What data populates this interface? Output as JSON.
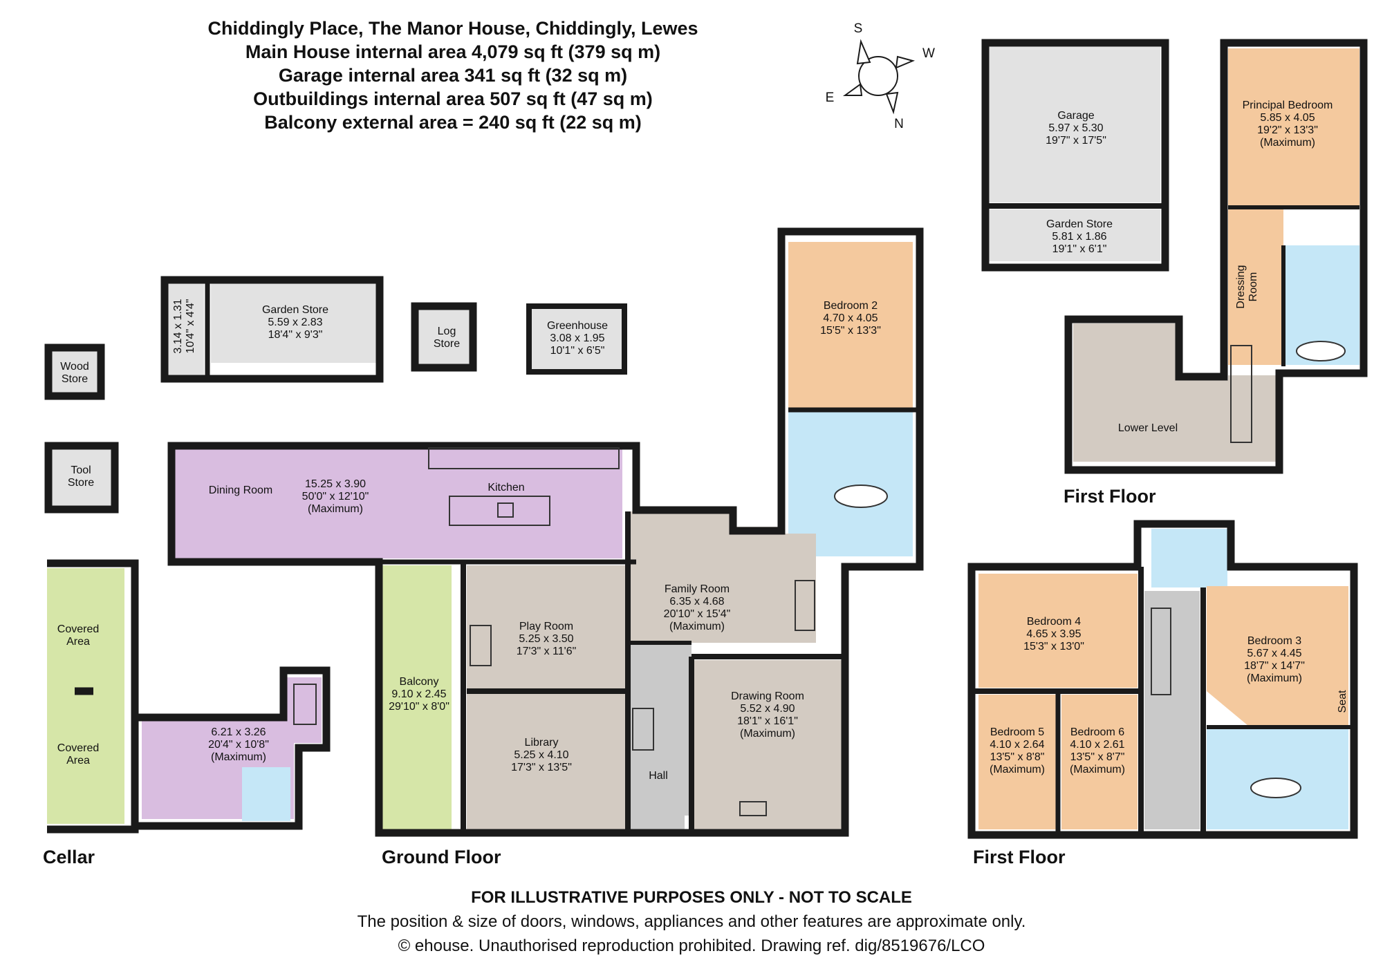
{
  "header": {
    "title": "Chiddingly Place, The Manor House, Chiddingly, Lewes",
    "line1": "Main House internal area 4,079 sq ft (379 sq m)",
    "line2": "Garage internal area 341 sq ft (32 sq m)",
    "line3": "Outbuildings internal area 507 sq ft (47 sq m)",
    "line4": "Balcony external area = 240 sq ft (22 sq m)"
  },
  "compass": {
    "s": "S",
    "w": "W",
    "e": "E",
    "n": "N"
  },
  "levels": {
    "cellar": "Cellar",
    "ground": "Ground Floor",
    "first_a": "First Floor",
    "first_b": "First Floor"
  },
  "rooms": {
    "wood_store": {
      "name": "Wood",
      "line2": "Store"
    },
    "tool_store": {
      "name": "Tool",
      "line2": "Store"
    },
    "small_store": {
      "metric": "3.14 x 1.31",
      "imperial": "10'4\" x 4'4\""
    },
    "garden_store_gf": {
      "name": "Garden Store",
      "metric": "5.59 x 2.83",
      "imperial": "18'4\" x 9'3\""
    },
    "log_store": {
      "name": "Log",
      "line2": "Store"
    },
    "greenhouse": {
      "name": "Greenhouse",
      "metric": "3.08 x 1.95",
      "imperial": "10'1\" x 6'5\""
    },
    "dining": {
      "name": "Dining Room"
    },
    "dining_dims": {
      "metric": "15.25 x 3.90",
      "imperial": "50'0\" x 12'10\"",
      "note": "(Maximum)"
    },
    "kitchen": {
      "name": "Kitchen"
    },
    "covered1": {
      "name": "Covered",
      "line2": "Area"
    },
    "covered2": {
      "name": "Covered",
      "line2": "Area"
    },
    "cellar": {
      "metric": "6.21 x 3.26",
      "imperial": "20'4\" x 10'8\"",
      "note": "(Maximum)"
    },
    "balcony": {
      "name": "Balcony",
      "metric": "9.10 x 2.45",
      "imperial": "29'10\" x 8'0\""
    },
    "play": {
      "name": "Play Room",
      "metric": "5.25 x 3.50",
      "imperial": "17'3\" x 11'6\""
    },
    "library": {
      "name": "Library",
      "metric": "5.25 x 4.10",
      "imperial": "17'3\" x 13'5\""
    },
    "hall": {
      "name": "Hall"
    },
    "family": {
      "name": "Family Room",
      "metric": "6.35 x 4.68",
      "imperial": "20'10\" x 15'4\"",
      "note": "(Maximum)"
    },
    "drawing": {
      "name": "Drawing Room",
      "metric": "5.52 x 4.90",
      "imperial": "18'1\" x 16'1\"",
      "note": "(Maximum)"
    },
    "bedroom2": {
      "name": "Bedroom 2",
      "metric": "4.70 x 4.05",
      "imperial": "15'5\" x 13'3\""
    },
    "garage": {
      "name": "Garage",
      "metric": "5.97 x 5.30",
      "imperial": "19'7\" x 17'5\""
    },
    "garden_store_ff": {
      "name": "Garden Store",
      "metric": "5.81 x 1.86",
      "imperial": "19'1\" x 6'1\""
    },
    "principal": {
      "name": "Principal Bedroom",
      "metric": "5.85 x 4.05",
      "imperial": "19'2\" x 13'3\"",
      "note": "(Maximum)"
    },
    "dressing": {
      "name": "Dressing",
      "line2": "Room"
    },
    "lower": {
      "name": "Lower Level"
    },
    "bedroom4": {
      "name": "Bedroom 4",
      "metric": "4.65 x 3.95",
      "imperial": "15'3\" x 13'0\""
    },
    "bedroom3": {
      "name": "Bedroom 3",
      "metric": "5.67 x 4.45",
      "imperial": "18'7\" x 14'7\"",
      "note": "(Maximum)"
    },
    "seat": {
      "name": "Seat"
    },
    "bedroom5": {
      "name": "Bedroom 5",
      "metric": "4.10 x 2.64",
      "imperial": "13'5\" x 8'8\"",
      "note": "(Maximum)"
    },
    "bedroom6": {
      "name": "Bedroom 6",
      "metric": "4.10 x 2.61",
      "imperial": "13'5\" x 8'7\"",
      "note": "(Maximum)"
    }
  },
  "footer": {
    "line1": "FOR ILLUSTRATIVE PURPOSES ONLY - NOT TO SCALE",
    "line2": "The position & size of doors, windows, appliances and other features are approximate only.",
    "line3": "© ehouse. Unauthorised reproduction prohibited. Drawing ref. dig/8519676/LCO"
  },
  "colors": {
    "wall": "#1a1a1a",
    "purple": "#d9bde0",
    "peach": "#f4c99e",
    "blue": "#c5e7f7",
    "grey": "#e2e2e2",
    "stone": "#d3cbc2",
    "green": "#d6e6a8",
    "corridor": "#c9c9c9"
  }
}
